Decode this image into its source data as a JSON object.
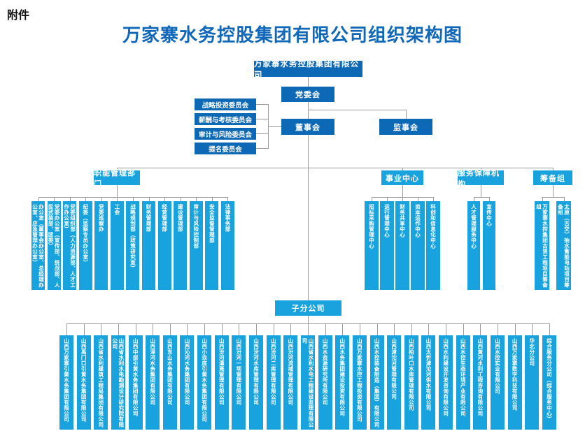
{
  "page": {
    "attachment_label": "附件",
    "title": "万家寨水务控股集团有限公司组织架构图"
  },
  "colors": {
    "dark_blue": "#0d68b6",
    "cyan": "#18a3df",
    "line": "#9b9b9b",
    "title_blue": "#1167b8"
  },
  "root": {
    "label": "万家寨水务控股集团有限公司"
  },
  "governance": {
    "party_committee": "党委会",
    "board": "董事会",
    "supervisory_board": "监事会",
    "committees": [
      "战略投资委员会",
      "薪酬与考核委员会",
      "审计与风险委员会",
      "提名委员会"
    ]
  },
  "branches": {
    "functional": {
      "label": "职能管理部门",
      "items": [
        "办公室（董事会办公室、总经理办公室、应急管理办公室）",
        "党委办公室（宣传部、统战部、人民武装部、团委）",
        "党委组织部（人力资源部、人才工作办公室）",
        "纪委（监察专员办公室）",
        "党委巡察办",
        "工会",
        "战略规划部（政策研究室）",
        "财务管理部",
        "经营管理部",
        "建设管理部",
        "审计与风险控制部",
        "安全监督管理部",
        "法律事务部"
      ]
    },
    "business_centers": {
      "label": "事业中心",
      "items": [
        "招标采购管理中心",
        "运行管理中心",
        "财务共享中心",
        "资本运作中心",
        "科创和信息化中心"
      ]
    },
    "service_support": {
      "label": "服务保障机构",
      "items": [
        "人才管理服务中心",
        "宣传中心"
      ]
    },
    "preparatory": {
      "label": "筹备组",
      "items": [
        "万家寨水控集团古贤工程项目筹备组",
        "太原（古交）抽水蓄能电站项目筹备组"
      ]
    }
  },
  "subsidiaries": {
    "label": "子分公司",
    "items": [
      "山西万家寨引黄水务集团有限公司",
      "山西禹门口引黄水务集团有限公司",
      "山西省水利建筑工程局集团有限公司",
      "山西省水利水电勘测设计研究院有限公司",
      "山西中部引黄水务集团有限公司",
      "山西漳河水务集团有限公司",
      "山西东山水务集团有限公司",
      "山西沁河水务集团有限公司",
      "山西小浪底引黄水务集团有限公司",
      "山西汾河灌溉管理有限公司",
      "山西汾河一坝管理有限公司",
      "山西汾河水库管理有限公司",
      "山西汾河二库管理有限公司",
      "山西汾河流域管理有限公司",
      "山西省水利水电工程建设监理有限公司",
      "山西水资源研究所有限公司",
      "山西水务集团建设投资有限公司",
      "山西万家寨水控工程投资有限公司",
      "山西水控装备制造（集团）有限公司",
      "山西滹沱河管理有限公司",
      "山西柏叶口水库管理有限公司",
      "山西太忻滹沱河供水有限公司",
      "山西水利建设开发咨询有限公司",
      "山西水控生态环境产业有限公司",
      "山西黄河水利工程咨询有限公司",
      "山西水控实业有限公司",
      "山西万家寨数字科技有限公司",
      "华北分公司",
      "综合服务分公司（综合服务中心）"
    ]
  }
}
